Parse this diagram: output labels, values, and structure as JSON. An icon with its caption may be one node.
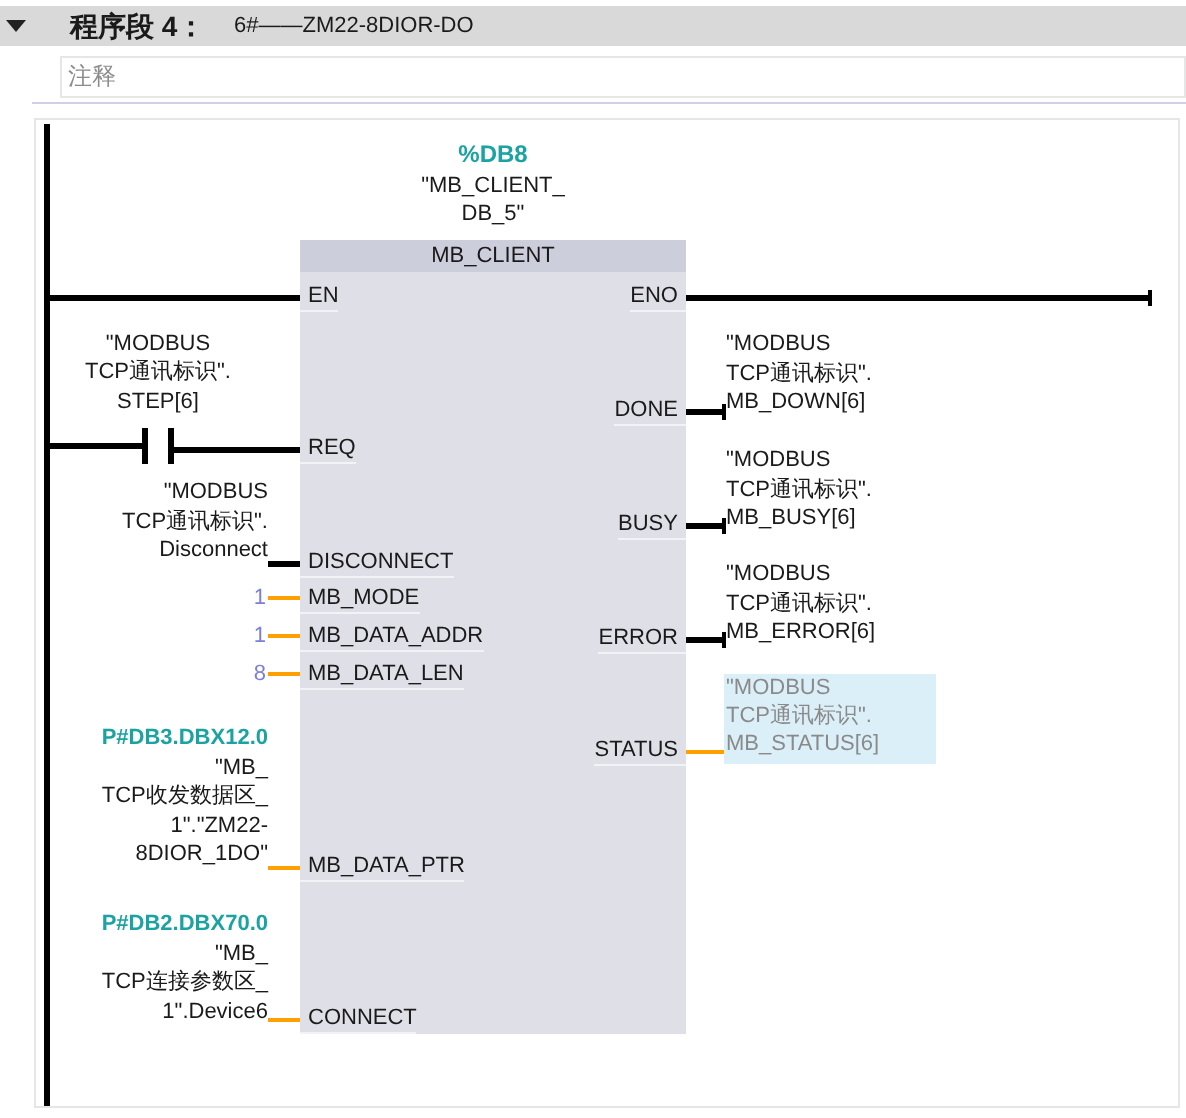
{
  "diagram": {
    "title": "程序段 4：",
    "nodes": [
      {
        "text": [],
        "shape": "bar"
      },
      {
        "text": [
          "MB_CLIENT"
        ],
        "beside": [
          "%DB8",
          "\"MB_CLIENT_ DB_5\""
        ]
      },
      {
        "text": [
          "EN"
        ],
        "in": 1
      },
      {
        "text": [
          "ENO"
        ],
        "in": 1
      },
      {
        "text": [
          "DONE"
        ],
        "in": 1
      },
      {
        "text": [
          "REQ"
        ],
        "in": 1
      },
      {
        "text": [
          "BUSY"
        ],
        "in": 1
      },
      {
        "text": [
          "DISCONNECT"
        ],
        "in": 1
      },
      {
        "text": [
          "MB_MODE"
        ],
        "in": 1
      },
      {
        "text": [
          "MB_DATA_ADDR"
        ],
        "in": 1
      },
      {
        "text": [
          "ERROR"
        ],
        "in": 1
      },
      {
        "text": [
          "MB_DATA_LEN"
        ],
        "in": 1
      },
      {
        "text": [
          "STATUS"
        ],
        "in": 1
      },
      {
        "text": [
          "MB_DATA_PTR"
        ],
        "in": 1
      },
      {
        "text": [
          "CONNECT"
        ],
        "in": 1
      },
      {
        "text": [
          "\"MODBUS TCP通讯标识\". STEP[6]"
        ]
      },
      {
        "text": [
          "\"MODBUS TCP通讯标识\". MB_DOWN[6]"
        ]
      },
      {
        "text": [
          "\"MODBUS TCP通讯标识\". MB_BUSY[6]"
        ]
      },
      {
        "text": [
          "\"MODBUS TCP通讯标识\". Disconnect"
        ]
      },
      {
        "text": [
          "\"MODBUS TCP通讯标识\". MB_ERROR[6]"
        ]
      },
      {
        "text": [
          "1"
        ]
      },
      {
        "text": [
          "1"
        ]
      },
      {
        "text": [
          "8"
        ]
      },
      {
        "text": [
          "\"MODBUS TCP通讯标识\". MB_STATUS[6]"
        ]
      },
      {
        "text": [
          "P#DB3.DBX12.0",
          "\"MB_ TCP收发数据区_ 1\".\"ZM22- 8DIOR_1DO\""
        ]
      },
      {
        "text": [
          "P#DB2.DBX70.0",
          "\"MB_ TCP连接参数区_ 1\".Device6"
        ]
      }
    ],
    "edges": [
      {
        "from": 0,
        "to": 2,
        "arrow": "none"
      },
      {
        "from": 0,
        "to": 15,
        "arrow": "none"
      },
      {
        "from": 15,
        "to": 5,
        "arrow": "none"
      },
      {
        "from": 18,
        "to": 7,
        "arrow": "none"
      },
      {
        "from": 20,
        "to": 8,
        "arrow": "none",
        "color": "#ffa000"
      },
      {
        "from": 21,
        "to": 9,
        "arrow": "none",
        "color": "#ffa000"
      },
      {
        "from": 22,
        "to": 11,
        "arrow": "none",
        "color": "#ffa000"
      },
      {
        "from": 24,
        "to": 13,
        "arrow": "none",
        "color": "#ffa000"
      },
      {
        "from": 25,
        "to": 14,
        "arrow": "none",
        "color": "#ffa000"
      },
      {
        "from": 3,
        "to": null,
        "arrow": "other"
      },
      {
        "from": 4,
        "to": 16,
        "arrow": "other"
      },
      {
        "from": 6,
        "to": 17,
        "arrow": "other"
      },
      {
        "from": 10,
        "to": 19,
        "arrow": "other"
      },
      {
        "from": 12,
        "to": 23,
        "arrow": "none",
        "color": "#ffa000"
      }
    ],
    "labels": [
      "6#——ZM22-8DIOR-DO",
      "注释"
    ]
  }
}
